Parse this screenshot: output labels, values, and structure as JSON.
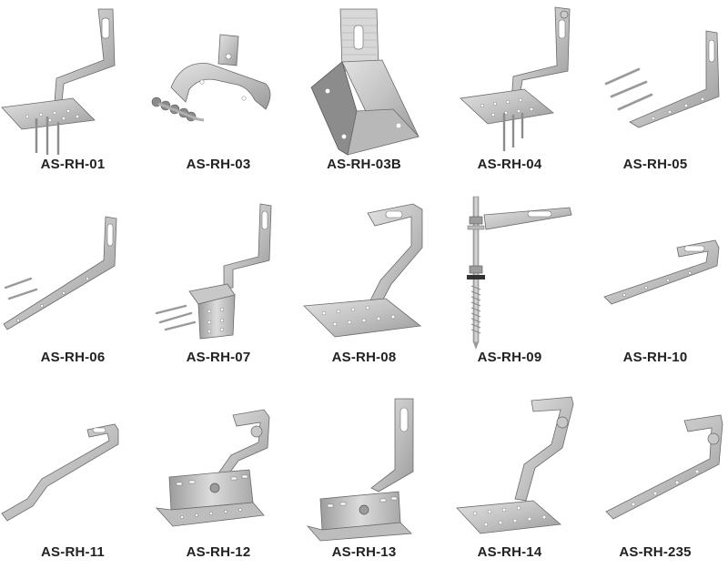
{
  "colors": {
    "metal_light": "#d2d2d2",
    "metal_mid": "#b4b4b4",
    "metal_dark": "#8c8c8c",
    "outline": "#6a6a6a",
    "label": "#222222"
  },
  "products": [
    {
      "code": "AS-RH-01"
    },
    {
      "code": "AS-RH-03"
    },
    {
      "code": "AS-RH-03B"
    },
    {
      "code": "AS-RH-04"
    },
    {
      "code": "AS-RH-05"
    },
    {
      "code": "AS-RH-06"
    },
    {
      "code": "AS-RH-07"
    },
    {
      "code": "AS-RH-08"
    },
    {
      "code": "AS-RH-09"
    },
    {
      "code": "AS-RH-10"
    },
    {
      "code": "AS-RH-11"
    },
    {
      "code": "AS-RH-12"
    },
    {
      "code": "AS-RH-13"
    },
    {
      "code": "AS-RH-14"
    },
    {
      "code": "AS-RH-235"
    }
  ]
}
